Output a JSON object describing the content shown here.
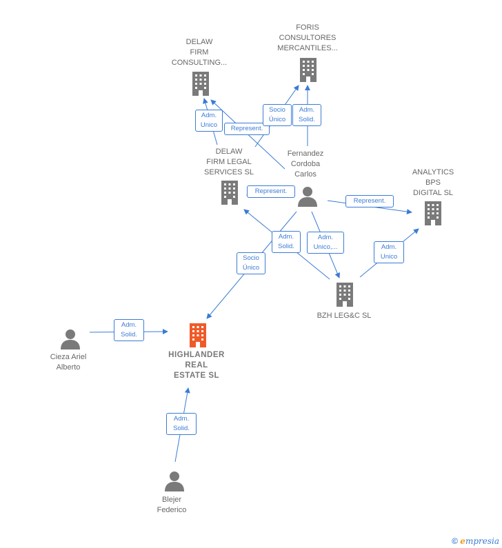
{
  "nodes": {
    "delaw_consulting": {
      "label": "DELAW\nFIRM\nCONSULTING..."
    },
    "foris": {
      "label": "FORIS\nCONSULTORES\nMERCANTILES..."
    },
    "delaw_legal": {
      "label": "DELAW\nFIRM LEGAL\nSERVICES  SL"
    },
    "fernandez": {
      "label": "Fernandez\nCordoba\nCarlos"
    },
    "analytics": {
      "label": "ANALYTICS\nBPS\nDIGITAL  SL"
    },
    "bzh": {
      "label": "BZH LEG&C  SL"
    },
    "highlander": {
      "label": "HIGHLANDER\nREAL\nESTATE  SL"
    },
    "cieza": {
      "label": "Cieza Ariel\nAlberto"
    },
    "blejer": {
      "label": "Blejer\nFederico"
    }
  },
  "edge_labels": {
    "e1": "Adm.\nUnico",
    "e2": "Represent.",
    "e3": "Socio\nÚnico",
    "e4": "Adm.\nSolid.",
    "e5": "Represent.",
    "e6": "Represent.",
    "e7": "Adm.\nSolid.",
    "e8": "Adm.\nUnico,...",
    "e9": "Socio\nÚnico",
    "e10": "Adm.\nUnico",
    "e11": "Adm.\nSolid.",
    "e12": "Adm.\nSolid."
  },
  "footer": {
    "copyright": "©",
    "brand_initial": "e",
    "brand_rest": "mpresia"
  },
  "colors": {
    "edge": "#3a7bd5",
    "company": "#7a7a7a",
    "company_main": "#f05a28",
    "person": "#7a7a7a"
  }
}
